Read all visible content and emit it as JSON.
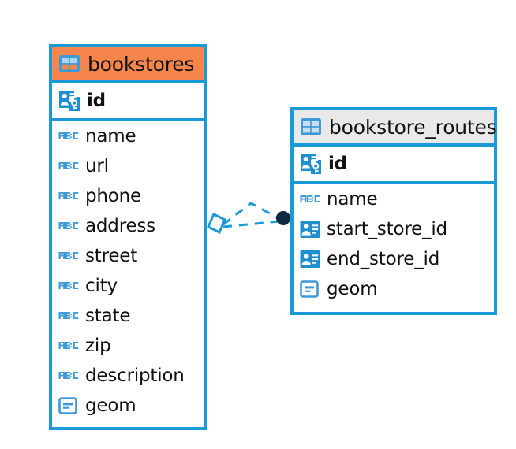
{
  "diagram": {
    "type": "entity-relationship-diagram",
    "background_color": "#ffffff",
    "accent_blue": "#1a9bd7",
    "header_orange": "#f5854a",
    "header_gray": "#e9e9e9",
    "text_color": "#111111"
  },
  "entities": [
    {
      "name": "bookstores",
      "header_style": "orange",
      "table_icon": "table-icon",
      "primary_key": {
        "label": "id",
        "icon": "primary-key-icon"
      },
      "fields": [
        {
          "label": "name",
          "icon": "abc-text-icon",
          "type": "text"
        },
        {
          "label": "url",
          "icon": "abc-text-icon",
          "type": "text"
        },
        {
          "label": "phone",
          "icon": "abc-text-icon",
          "type": "text"
        },
        {
          "label": "address",
          "icon": "abc-text-icon",
          "type": "text"
        },
        {
          "label": "street",
          "icon": "abc-text-icon",
          "type": "text"
        },
        {
          "label": "city",
          "icon": "abc-text-icon",
          "type": "text"
        },
        {
          "label": "state",
          "icon": "abc-text-icon",
          "type": "text"
        },
        {
          "label": "zip",
          "icon": "abc-text-icon",
          "type": "text"
        },
        {
          "label": "description",
          "icon": "abc-text-icon",
          "type": "text"
        },
        {
          "label": "geom",
          "icon": "geometry-icon",
          "type": "geometry"
        }
      ]
    },
    {
      "name": "bookstore_routes",
      "header_style": "gray",
      "table_icon": "table-icon",
      "primary_key": {
        "label": "id",
        "icon": "primary-key-icon"
      },
      "fields": [
        {
          "label": "name",
          "icon": "abc-text-icon",
          "type": "text"
        },
        {
          "label": "start_store_id",
          "icon": "foreign-key-icon",
          "type": "foreign-key"
        },
        {
          "label": "end_store_id",
          "icon": "foreign-key-icon",
          "type": "foreign-key"
        },
        {
          "label": "geom",
          "icon": "geometry-icon",
          "type": "geometry"
        }
      ]
    }
  ],
  "relationship": {
    "from_entity": "bookstores",
    "to_entity": "bookstore_routes",
    "line_style": "dashed",
    "line_color": "#1a9bd7",
    "from_marker": "diamond-outline-marker",
    "to_marker": "filled-circle-marker",
    "to_marker_color": "#0d2840"
  }
}
